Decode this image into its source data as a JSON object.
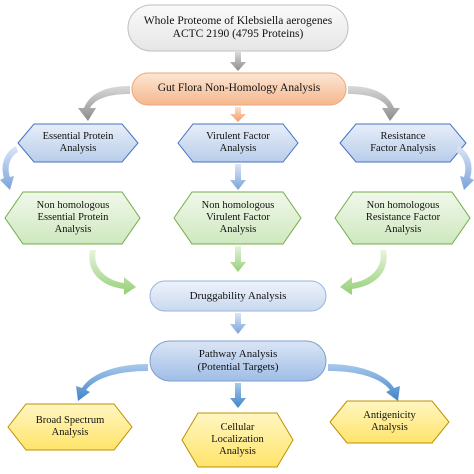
{
  "title": "",
  "nodes": {
    "whole_proteome": {
      "text": "Whole Proteome of Klebsiella aerogenes\nACTC 2190 (4795 Proteins)",
      "color": "#e6e6e6"
    },
    "gut_flora": {
      "text": "Gut Flora Non-Homology Analysis",
      "color": "#f4b88e"
    },
    "essential_protein": {
      "text": "Essential Protein\nAnalysis",
      "color": "#b9cdea"
    },
    "virulent_factor": {
      "text": "Virulent Factor\nAnalysis",
      "color": "#b9cdea"
    },
    "resistance_factor": {
      "text": "Resistance\nFactor Analysis",
      "color": "#b9cdea"
    },
    "nh_essential": {
      "text": "Non homologous\nEssential Protein\nAnalysis",
      "color": "#cfe8bf"
    },
    "nh_virulent": {
      "text": "Non homologous\nVirulent Factor\nAnalysis",
      "color": "#cfe8bf"
    },
    "nh_resistance": {
      "text": "Non homologous\nResistance Factor\nAnalysis",
      "color": "#cfe8bf"
    },
    "druggability": {
      "text": "Druggability Analysis",
      "color": "#c9d9ef"
    },
    "pathway": {
      "text": "Pathway Analysis\n(Potential Targets)",
      "color": "#9fbde6"
    },
    "broad_spectrum": {
      "text": "Broad Spectrum\nAnalysis",
      "color": "#ffe46a"
    },
    "cellular_localization": {
      "text": "Cellular\nLocalization\nAnalysis",
      "color": "#ffe46a"
    },
    "antigenicity": {
      "text": "Antigenicity\nAnalysis",
      "color": "#ffe46a"
    }
  },
  "arrow_colors": {
    "gray": "#a6a6a6",
    "orange": "#f3b48a",
    "blue": "#8fb1e0",
    "green": "#a9d98f",
    "teal": "#5b9bd5"
  }
}
